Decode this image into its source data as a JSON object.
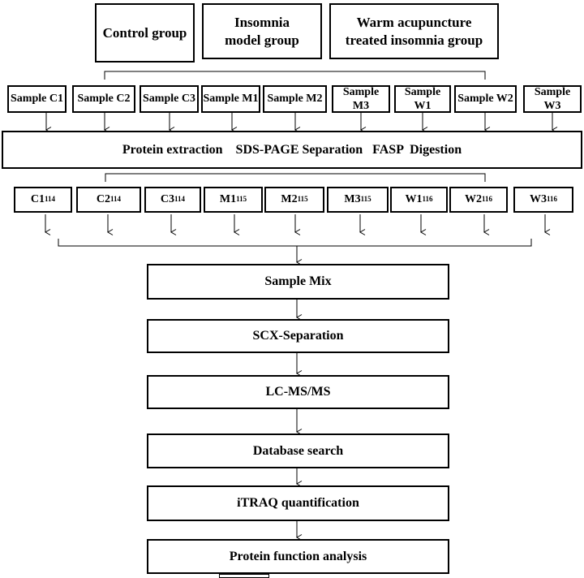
{
  "groups": {
    "control": "Control group",
    "insomnia_model": "Insomnia model group",
    "warm_acupuncture": "Warm acupuncture treated insomnia group"
  },
  "samples": [
    "Sample C1",
    "Sample C2",
    "Sample C3",
    "Sample M1",
    "Sample M2",
    "Sample M3",
    "Sample W1",
    "Sample W2",
    "Sample W3"
  ],
  "processing": "Protein extraction    SDS-PAGE Separation   FASP  Digestion",
  "labels": [
    {
      "name": "C1",
      "tag": "114"
    },
    {
      "name": "C2",
      "tag": "114"
    },
    {
      "name": "C3",
      "tag": "114"
    },
    {
      "name": "M1",
      "tag": "115"
    },
    {
      "name": "M2",
      "tag": "115"
    },
    {
      "name": "M3",
      "tag": "115"
    },
    {
      "name": "W1",
      "tag": "116"
    },
    {
      "name": "W2",
      "tag": "116"
    },
    {
      "name": "W3",
      "tag": "116"
    }
  ],
  "steps": [
    "Sample Mix",
    "SCX-Separation",
    "LC-MS/MS",
    "Database search",
    "iTRAQ quantification",
    "Protein function analysis"
  ]
}
